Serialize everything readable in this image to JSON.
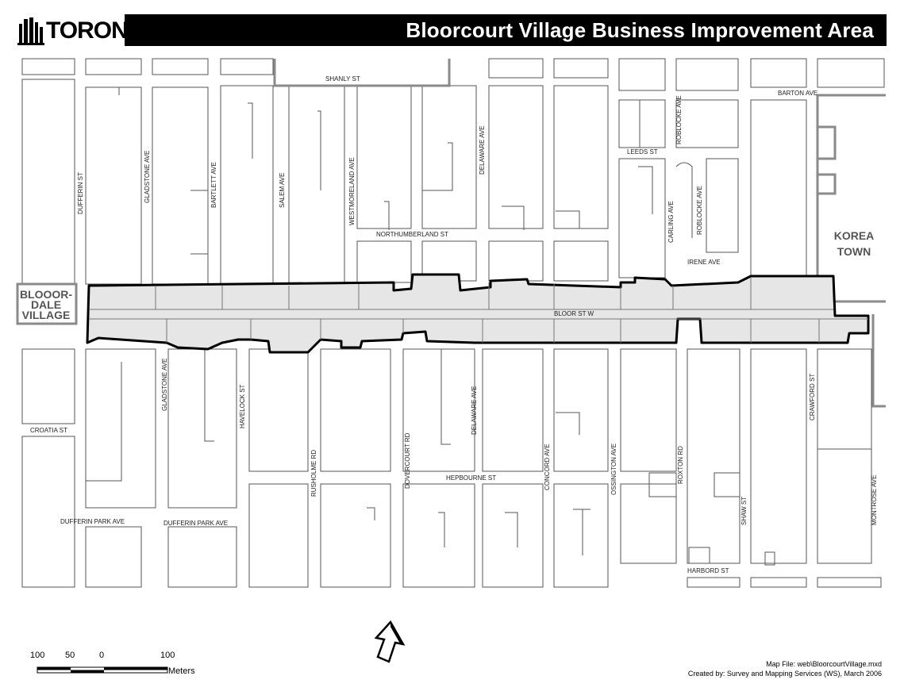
{
  "header": {
    "logo_text": "TORONTO",
    "title": "Bloorcourt Village Business Improvement Area"
  },
  "areas": {
    "bloordale": [
      "BLOOOR-",
      "DALE",
      "VILLAGE"
    ],
    "korea_town": [
      "KOREA",
      "TOWN"
    ]
  },
  "streets": {
    "shanly": "SHANLY ST",
    "barton": "BARTON AVE",
    "leeds": "LEEDS ST",
    "northumberland": "NORTHUMBERLAND ST",
    "irene": "IRENE AVE",
    "bloor": "BLOOR ST W",
    "croatia": "CROATIA ST",
    "hepbourne": "HEPBOURNE ST",
    "dufferin_park_1": "DUFFERIN PARK AVE",
    "dufferin_park_2": "DUFFERIN PARK AVE",
    "harbord": "HARBORD ST",
    "dufferin": "DUFFERIN ST",
    "gladstone_n": "GLADSTONE AVE",
    "bartlett": "BARTLETT AVE",
    "salem": "SALEM AVE",
    "westmoreland": "WESTMORELAND AVE",
    "delaware_n": "DELAWARE AVE",
    "roblocke_1": "ROBLOCKE AVE",
    "roblocke_2": "ROBLOCKE AVE",
    "carling": "CARLING AVE",
    "gladstone_s": "GLADSTONE AVE",
    "havelock": "HAVELOCK ST",
    "rusholme": "RUSHOLME RD",
    "dovercourt": "DOVERCOURT RD",
    "delaware_s": "DELAWARE AVE",
    "concord": "CONCORD AVE",
    "ossington": "OSSINGTON AVE",
    "roxton": "ROXTON RD",
    "shaw": "SHAW ST",
    "crawford": "CRAWFORD ST",
    "montrose": "MONTROSE AVE"
  },
  "scale": {
    "labels": [
      "100",
      "50",
      "0",
      "100"
    ],
    "unit": "Meters"
  },
  "credits": {
    "map_file": "Map File: web\\BloorcourtVillage.mxd",
    "created_by": "Created by: Survey and Mapping Services (WS), March 2006"
  },
  "colors": {
    "bia_fill": "#e6e6e6",
    "bia_outline": "#000000",
    "neighbour_border": "#8a8a8a",
    "block_outline": "#555555"
  }
}
